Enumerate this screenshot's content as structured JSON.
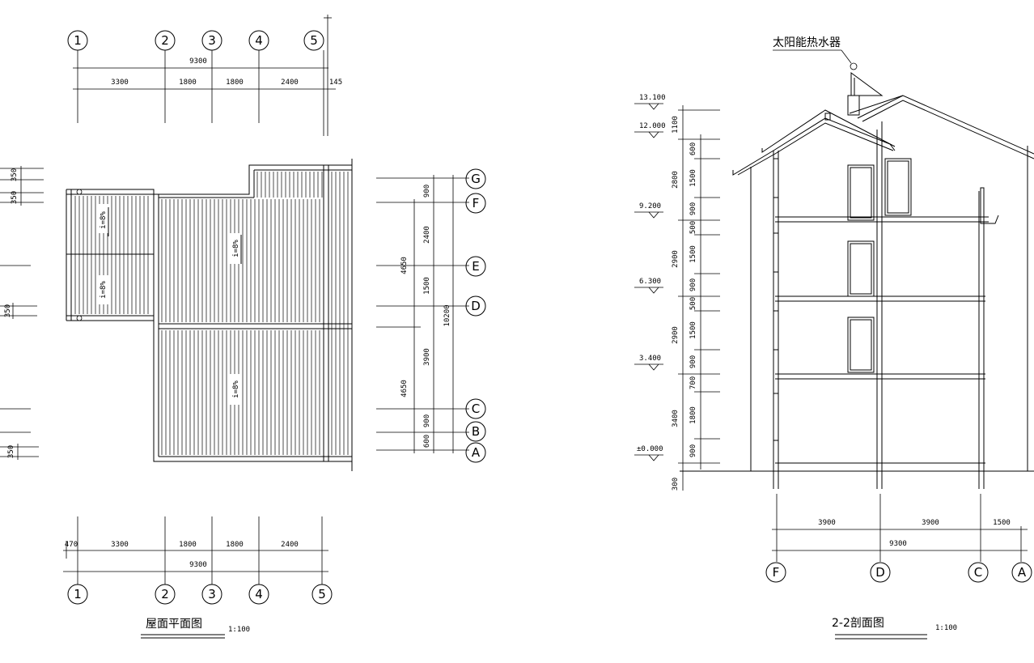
{
  "plan": {
    "title": "屋面平面图",
    "scale": "1:100",
    "axes_top": [
      "1",
      "2",
      "3",
      "4",
      "5"
    ],
    "axes_bottom": [
      "1",
      "2",
      "3",
      "4",
      "5"
    ],
    "axes_right": [
      "G",
      "F",
      "E",
      "D",
      "C",
      "B",
      "A"
    ],
    "top_total": "9300",
    "top_dims": [
      "3300",
      "1800",
      "1800",
      "2400"
    ],
    "top_extra": "145",
    "bottom_total": "9300",
    "bottom_dims": [
      "3300",
      "1800",
      "1800",
      "2400"
    ],
    "bottom_extra": "470",
    "right_dims_inner": [
      "900",
      "2400",
      "1500",
      "3900",
      "900",
      "600"
    ],
    "right_dims_mid": [
      "4650",
      "4650"
    ],
    "right_total": "10200",
    "left_dims": [
      "350",
      "350",
      "350",
      "350"
    ],
    "slopes": [
      "i=8%",
      "i=8%",
      "i=8%",
      "i=8%"
    ]
  },
  "section": {
    "title": "2-2剖面图",
    "scale": "1:100",
    "heater_label": "太阳能热水器",
    "levels": [
      "13.100",
      "12.000",
      "9.200",
      "6.300",
      "3.400",
      "±0.000"
    ],
    "outer_dims": [
      "1100",
      "2800",
      "2900",
      "2900",
      "3400",
      "300"
    ],
    "inner_dims": [
      "600",
      "1500",
      "900",
      "500",
      "1500",
      "900",
      "500",
      "1500",
      "900",
      "700",
      "1800",
      "900"
    ],
    "bottom_dims": [
      "3900",
      "3900",
      "1500"
    ],
    "bottom_total": "9300",
    "axes": [
      "F",
      "D",
      "C",
      "A"
    ]
  }
}
